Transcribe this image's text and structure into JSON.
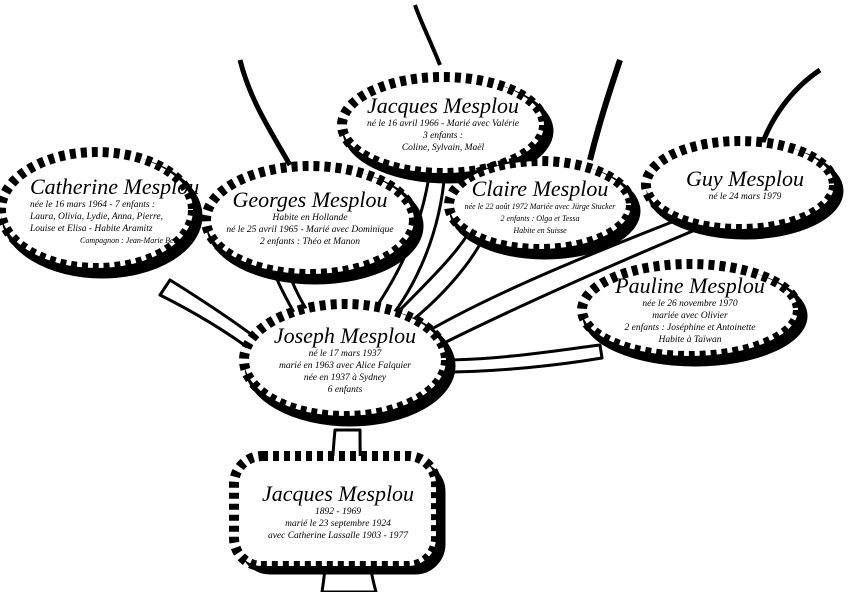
{
  "nodes": {
    "jacques_root": {
      "name": "Jacques Mesplou",
      "lines": [
        "1892 - 1969",
        "marié le 23 septembre 1924",
        "avec Catherine Lassalle 1903 - 1977"
      ]
    },
    "joseph": {
      "name": "Joseph Mesplou",
      "lines": [
        "né le 17 mars 1937",
        "marié en 1963 avec Alice Falquier",
        "née en 1937 à Sydney",
        "6 enfants"
      ]
    },
    "catherine": {
      "name": "Catherine Mesplou",
      "lines": [
        "née le 16 mars 1964 - 7 enfants :",
        "Laura, Olivia, Lydie, Anna, Pierre,",
        "Louise et Elisa - Habite Aramitz",
        "Compagnon : Jean-Marie Bergez"
      ]
    },
    "georges": {
      "name": "Georges Mesplou",
      "lines": [
        "Habite en Hollande",
        "né le 25 avril 1965 - Marié avec Dominique",
        "2 enfants : Théo et Manon"
      ]
    },
    "jacques_1966": {
      "name": "Jacques Mesplou",
      "lines": [
        "né le 16 avril 1966 - Marié avec Valérie",
        "3 enfants :",
        "Coline, Sylvain, Maël"
      ]
    },
    "claire": {
      "name": "Claire Mesplou",
      "lines": [
        "née le 22 août 1972 Mariée avec Jürge Stucker",
        "2 enfants : Olga et Tessa",
        "Habite en Suisse"
      ]
    },
    "guy": {
      "name": "Guy Mesplou",
      "lines": [
        "né le 24 mars 1979"
      ]
    },
    "pauline": {
      "name": "Pauline Mesplou",
      "lines": [
        "née le 26 novembre 1970",
        "mariée avec Olivier",
        "2 enfants : Joséphine et Antoinette",
        "Habite à Taïwan"
      ]
    }
  }
}
